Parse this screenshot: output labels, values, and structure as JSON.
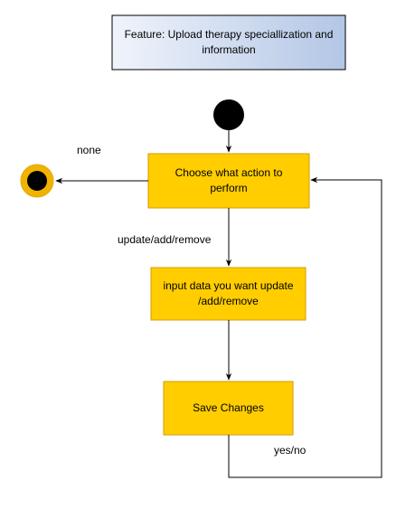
{
  "title": "Feature: Upload therapy speciallization and information",
  "nodes": {
    "choose": "Choose what action to perform",
    "input": "input data you want update /add/remove",
    "save": "Save Changes"
  },
  "edge_labels": {
    "none": "none",
    "update": "update/add/remove",
    "yesno": "yes/no"
  },
  "colors": {
    "action_fill": "#ffcd00",
    "action_stroke": "#d79b00",
    "title_fill_start": "#f0f4fb",
    "title_fill_end": "#b3c6e6",
    "final_ring": "#f0b400"
  }
}
